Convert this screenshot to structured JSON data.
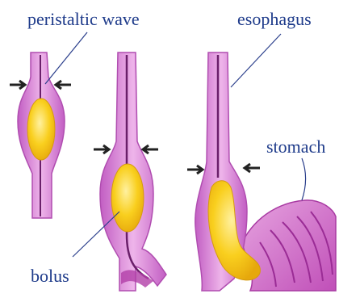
{
  "labels": {
    "peristaltic_wave": "peristaltic wave",
    "esophagus": "esophagus",
    "stomach": "stomach",
    "bolus": "bolus"
  },
  "colors": {
    "label_text": "#1d3a8a",
    "leader_line": "#2b3f8c",
    "tube_outer": "#c66bc8",
    "tube_inner": "#e8a6e2",
    "lumen": "#6a1f6a",
    "bolus": "#f7c818",
    "bolus_highlight": "#ffe680",
    "stomach_fold": "#b13fa8",
    "arrow": "#222222"
  }
}
